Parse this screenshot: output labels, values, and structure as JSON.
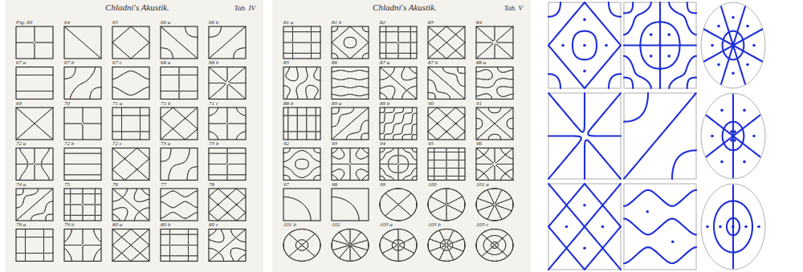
{
  "diagram": {
    "labels": [
      "Chladni's Akustik.",
      "Tab. IV",
      "Fig. 60",
      "64",
      "65",
      "66 a",
      "66 b",
      "67 a",
      "67 b",
      "67 c",
      "68 a",
      "68 b",
      "69",
      "70",
      "71 a",
      "71 b",
      "71 c",
      "72 a",
      "72 b",
      "72 c",
      "73 a",
      "73 b",
      "74 a",
      "75",
      "76",
      "77",
      "78",
      "79 a",
      "79 b",
      "80 a",
      "80 b",
      "80 c",
      "Chladni's Akustik.",
      "Tab. V",
      "81 a",
      "81 b",
      "82",
      "83",
      "84",
      "85",
      "86",
      "87 a",
      "87 b",
      "88 a",
      "88 b",
      "89 a",
      "89 b",
      "90",
      "91",
      "92",
      "93",
      "94",
      "95",
      "96",
      "97",
      "98",
      "99",
      "100",
      "101 a",
      "101 b",
      "102",
      "103 a",
      "103 b",
      "103 c"
    ]
  }
}
